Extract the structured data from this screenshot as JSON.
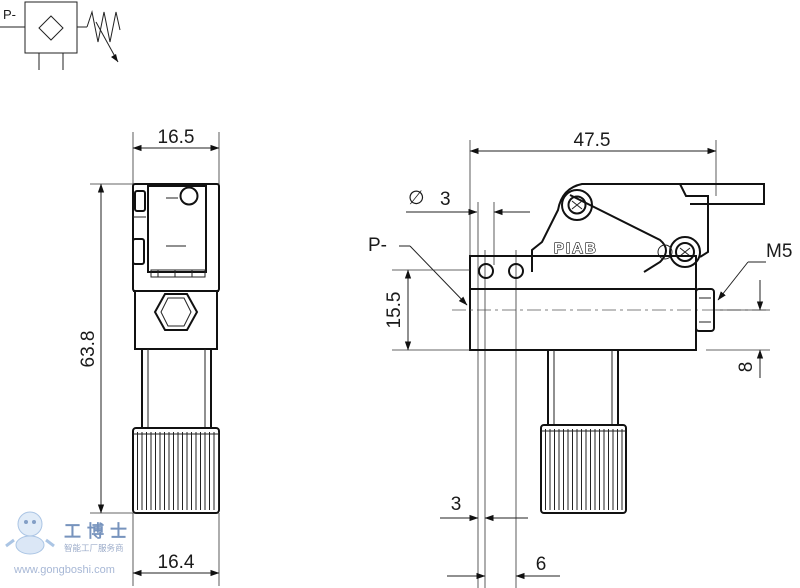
{
  "symbol": {
    "port_label": "P-"
  },
  "dimensions": {
    "side_width_top": "16.5",
    "side_height": "63.8",
    "side_width_bottom": "16.4",
    "front_width": "47.5",
    "hole_diameter": "3",
    "diameter_sign": "∅",
    "port_label": "P-",
    "thread_label": "M5",
    "body_height": "15.5",
    "thread_offset": "8",
    "bottom_offset": "3",
    "hole_spacing": "6"
  },
  "brand": {
    "logo_text": "PIAB"
  },
  "watermark": {
    "cn_title": "工博士",
    "cn_subtitle": "智能工厂服务商",
    "url": "www.gongboshi.com"
  },
  "colors": {
    "line": "#111111",
    "background": "#ffffff",
    "watermark": "#4a6fa8"
  }
}
